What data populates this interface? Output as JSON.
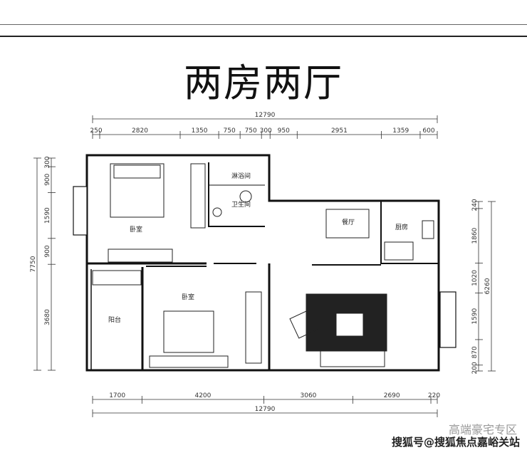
{
  "title": "两房两厅",
  "dimensions": {
    "top_total": "12790",
    "top": [
      "250",
      "2820",
      "1350",
      "750",
      "750",
      "300",
      "950",
      "2951",
      "1359",
      "600"
    ],
    "bottom": [
      "1700",
      "4200",
      "3060",
      "2690",
      "220"
    ],
    "bottom_total": "12790",
    "left_total": "7750",
    "left": [
      "300",
      "900",
      "1590",
      "900",
      "3680"
    ],
    "right_total": "6260",
    "right": [
      "240",
      "1860",
      "1020",
      "1590",
      "870",
      "200"
    ]
  },
  "rooms": {
    "bedroom1": "卧室",
    "shower": "淋浴间",
    "bathroom": "卫生间",
    "dining": "餐厅",
    "kitchen": "厨房",
    "balcony": "阳台",
    "bedroom2": "卧室"
  },
  "watermark": {
    "account": "高端豪宅专区",
    "source": "搜狐号@搜狐焦点嘉峪关站"
  }
}
